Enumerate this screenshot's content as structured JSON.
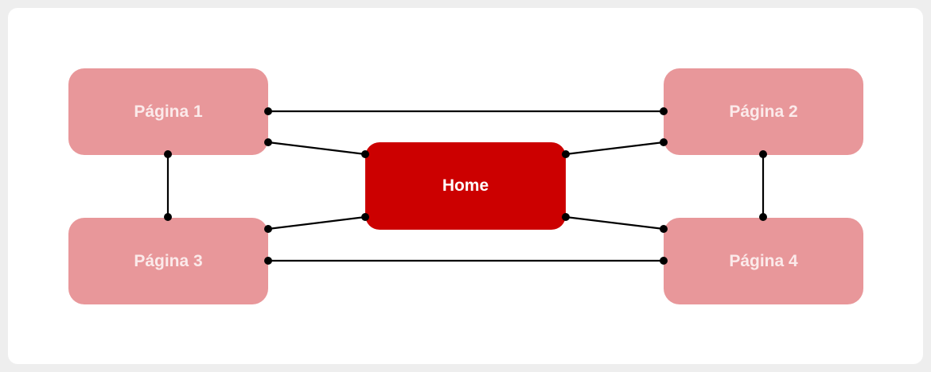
{
  "colors": {
    "background": "#eeeeee",
    "card": "#ffffff",
    "page_node": "#e8979a",
    "home_node": "#cc0000",
    "edge": "#000000"
  },
  "nodes": {
    "home": {
      "label": "Home"
    },
    "page1": {
      "label": "Página 1"
    },
    "page2": {
      "label": "Página 2"
    },
    "page3": {
      "label": "Página 3"
    },
    "page4": {
      "label": "Página 4"
    }
  },
  "edges": [
    {
      "from": "Página 1",
      "to": "Página 2"
    },
    {
      "from": "Página 1",
      "to": "Home"
    },
    {
      "from": "Página 2",
      "to": "Home"
    },
    {
      "from": "Página 3",
      "to": "Home"
    },
    {
      "from": "Página 4",
      "to": "Home"
    },
    {
      "from": "Página 3",
      "to": "Página 4"
    },
    {
      "from": "Página 1",
      "to": "Página 3"
    },
    {
      "from": "Página 2",
      "to": "Página 4"
    }
  ]
}
